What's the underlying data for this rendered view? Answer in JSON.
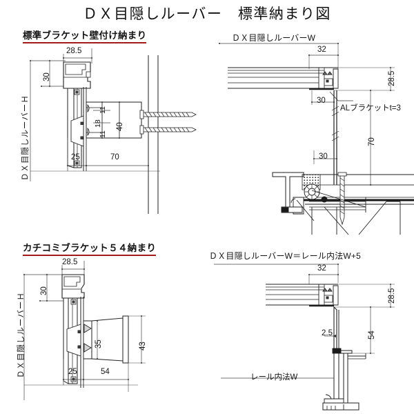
{
  "document": {
    "title": "ＤＸ目隠しルーバー　標準納まり図",
    "background_color": "#ffffff",
    "line_color": "#1a1a1a",
    "underline_color": "#a21a1a"
  },
  "panels": {
    "top_left": {
      "heading": "標準ブラケット壁付け納まり",
      "heading_underlined": true,
      "vertical_label": "ＤＸ目隠しルーバーＨ",
      "dimensions": {
        "top_width": "28.5",
        "top_height": "30",
        "bracket_gap_upper": "11",
        "bracket_mid": "18",
        "bracket_gap_lower": "11",
        "bracket_height": "40",
        "louver_depth": "25",
        "wall_offset": "70"
      }
    },
    "top_right": {
      "heading": "ＤＸ目隠しルーバーW",
      "heading_underlined": false,
      "dimensions": {
        "end_offset": "32",
        "profile_height": "28.5",
        "bracket_offset_upper": "30",
        "bracket_offset_lower": "30",
        "drop": "70"
      },
      "note": "ALブラケットt=3"
    },
    "bottom_left": {
      "heading": "カチコミブラケット５４納まり",
      "heading_underlined": true,
      "vertical_label": "ＤＸ目隠しルーバーＨ",
      "dimensions": {
        "top_width": "28.5",
        "top_height": "30",
        "bracket_inner": "35",
        "bracket_outer": "43",
        "louver_depth": "25",
        "bracket_length": "54"
      }
    },
    "bottom_right": {
      "heading": "ＤＸ目隠しルーバーW＝レール内法W+5",
      "heading_underlined": false,
      "dimensions": {
        "end_offset": "32",
        "profile_height": "28.5",
        "clearance": "2.5",
        "rail_drop": "54"
      },
      "note": "レール内法W"
    }
  }
}
